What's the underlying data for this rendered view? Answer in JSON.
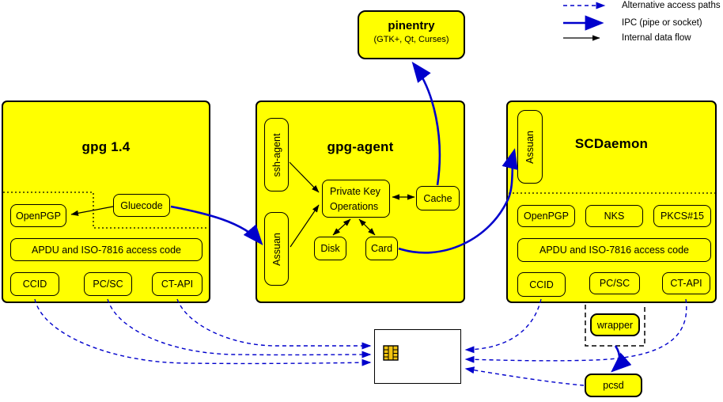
{
  "colors": {
    "box_fill": "#ffff00",
    "blue": "#0000cc",
    "border": "#000000",
    "card_fill": "#ffffff"
  },
  "legend": {
    "items": [
      {
        "label": "Alternative access paths"
      },
      {
        "label": "IPC (pipe or socket)"
      },
      {
        "label": "Internal data flow"
      }
    ]
  },
  "pinentry": {
    "title": "pinentry",
    "subtitle": "(GTK+, Qt, Curses)"
  },
  "gpg14": {
    "title": "gpg 1.4",
    "openpgp": "OpenPGP",
    "gluecode": "Gluecode",
    "apdu": "APDU and ISO-7816 access code",
    "ccid": "CCID",
    "pcsc": "PC/SC",
    "ctapi": "CT-API"
  },
  "gpg_agent": {
    "title": "gpg-agent",
    "ssh_agent": "ssh-agent",
    "assuan": "Assuan",
    "private_key_ops_line1": "Private Key",
    "private_key_ops_line2": "Operations",
    "cache": "Cache",
    "disk": "Disk",
    "card": "Card"
  },
  "scdaemon": {
    "title": "SCDaemon",
    "assuan": "Assuan",
    "openpgp": "OpenPGP",
    "nks": "NKS",
    "pkcs15": "PKCS#15",
    "apdu": "APDU and ISO-7816 access code",
    "ccid": "CCID",
    "pcsc": "PC/SC",
    "ctapi": "CT-API"
  },
  "wrapper": {
    "label": "wrapper"
  },
  "pcsd": {
    "label": "pcsd"
  }
}
